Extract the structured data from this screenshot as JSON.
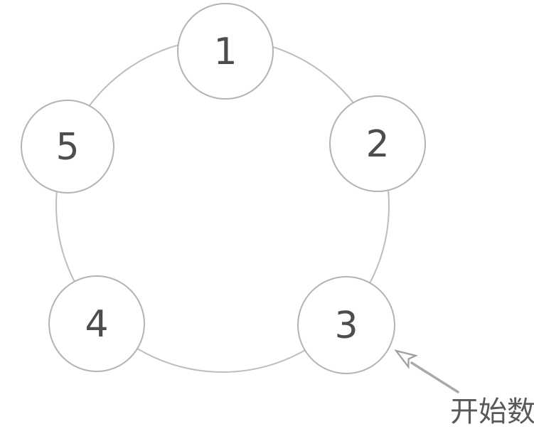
{
  "diagram": {
    "description": "Five circles numbered 1-5 arranged in a pentagon on a connecting ring; an arrow points to circle 3",
    "nodes": [
      {
        "label": "1"
      },
      {
        "label": "2"
      },
      {
        "label": "3"
      },
      {
        "label": "4"
      },
      {
        "label": "5"
      }
    ],
    "annotation": {
      "label": "开始数",
      "target_node": "3"
    },
    "colors": {
      "background": "#ffffff",
      "ring_stroke": "#bdbdbd",
      "node_stroke": "#b3b3b3",
      "node_fill": "#ffffff",
      "number_color": "#4d4d4d",
      "arrow_color": "#a9a9a9",
      "annotation_color": "#595959"
    }
  }
}
